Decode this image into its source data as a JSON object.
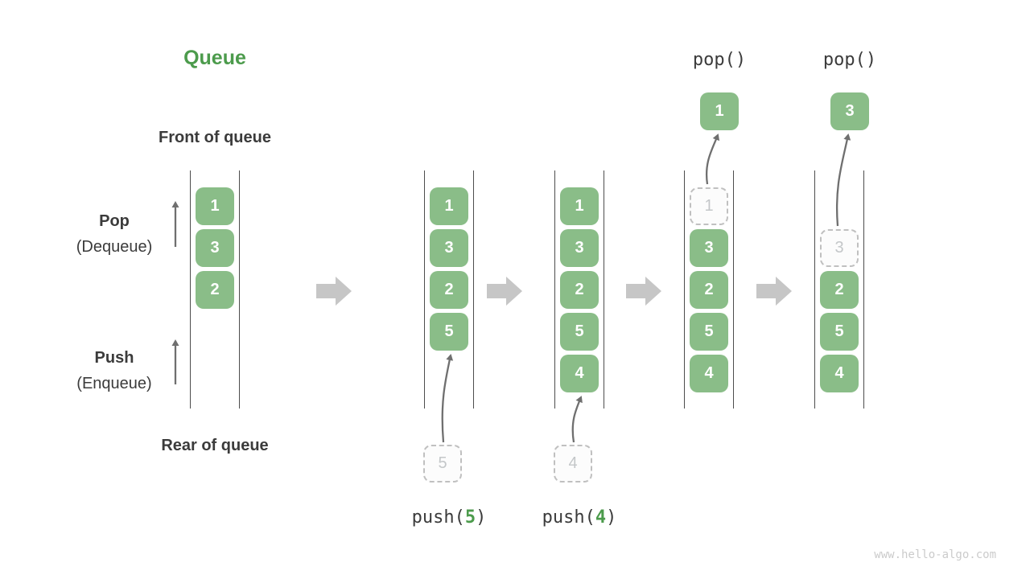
{
  "title": "Queue",
  "labels": {
    "front": "Front of queue",
    "rear": "Rear of queue",
    "pop": "Pop",
    "pop_sub": "(Dequeue)",
    "push": "Push",
    "push_sub": "(Enqueue)"
  },
  "watermark": "www.hello-algo.com",
  "colors": {
    "box_green": "#8ABD88",
    "accent_green": "#4C9B4C",
    "text_dark": "#3B3B3B",
    "rail_line": "#4D4D4D",
    "block_arrow_gray": "#C6C6C6",
    "thin_arrow_gray": "#6F6F6F",
    "ghost_border": "#C0C0C0",
    "ghost_text": "#C4C7C9",
    "watermark_gray": "#CBCBCB"
  },
  "states": [
    {
      "slots": [
        {
          "v": "1"
        },
        {
          "v": "3"
        },
        {
          "v": "2"
        },
        null,
        null
      ]
    },
    {
      "slots": [
        {
          "v": "1"
        },
        {
          "v": "3"
        },
        {
          "v": "2"
        },
        {
          "v": "5"
        },
        null
      ],
      "incoming": {
        "value": "5",
        "label_pre": "push(",
        "label_num": "5",
        "label_post": ")"
      }
    },
    {
      "slots": [
        {
          "v": "1"
        },
        {
          "v": "3"
        },
        {
          "v": "2"
        },
        {
          "v": "5"
        },
        {
          "v": "4"
        }
      ],
      "incoming": {
        "value": "4",
        "label_pre": "push(",
        "label_num": "4",
        "label_post": ")"
      }
    },
    {
      "slots": [
        {
          "v": "1",
          "ghost": true
        },
        {
          "v": "3"
        },
        {
          "v": "2"
        },
        {
          "v": "5"
        },
        {
          "v": "4"
        }
      ],
      "outgoing": {
        "value": "1",
        "label": "pop()"
      }
    },
    {
      "slots": [
        null,
        {
          "v": "3",
          "ghost": true
        },
        {
          "v": "2"
        },
        {
          "v": "5"
        },
        {
          "v": "4"
        }
      ],
      "outgoing": {
        "value": "3",
        "label": "pop()"
      }
    }
  ]
}
